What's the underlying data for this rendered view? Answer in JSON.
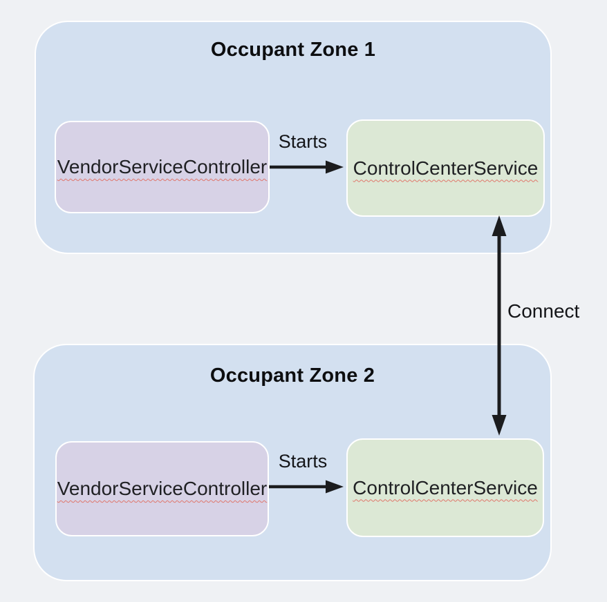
{
  "diagram": {
    "zones": [
      {
        "title": "Occupant Zone 1",
        "vendor_label": "VendorServiceController",
        "control_label": "ControlCenterService",
        "edge_label": "Starts"
      },
      {
        "title": "Occupant Zone 2",
        "vendor_label": "VendorServiceController",
        "control_label": "ControlCenterService",
        "edge_label": "Starts"
      }
    ],
    "connect_label": "Connect",
    "colors": {
      "canvas_bg": "#eff1f4",
      "zone_fill": "#d3e0f0",
      "vendor_fill": "#d7d2e6",
      "control_fill": "#dce8d5",
      "box_border": "#ffffff",
      "arrow": "#1b1c1e",
      "text": "#202124",
      "squiggle": "#e0756a"
    }
  }
}
